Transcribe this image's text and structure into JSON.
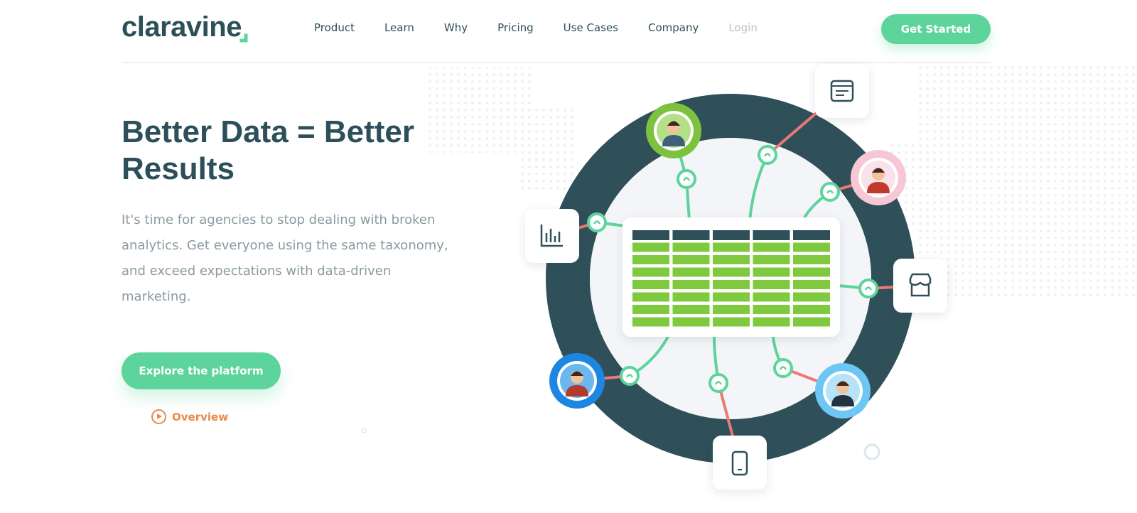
{
  "brand": {
    "name": "claravine",
    "accent": "#5cd49b",
    "dark": "#2d4f59"
  },
  "nav": {
    "items": [
      "Product",
      "Learn",
      "Why",
      "Pricing",
      "Use Cases",
      "Company"
    ],
    "login": "Login",
    "cta": "Get Started"
  },
  "hero": {
    "title": "Better Data = Better Results",
    "subtitle": "It's time for agencies to stop dealing with broken analytics. Get everyone using the same taxonomy, and exceed expectations with data-driven marketing.",
    "primary_button": "Explore the platform",
    "secondary_link": "Overview"
  }
}
